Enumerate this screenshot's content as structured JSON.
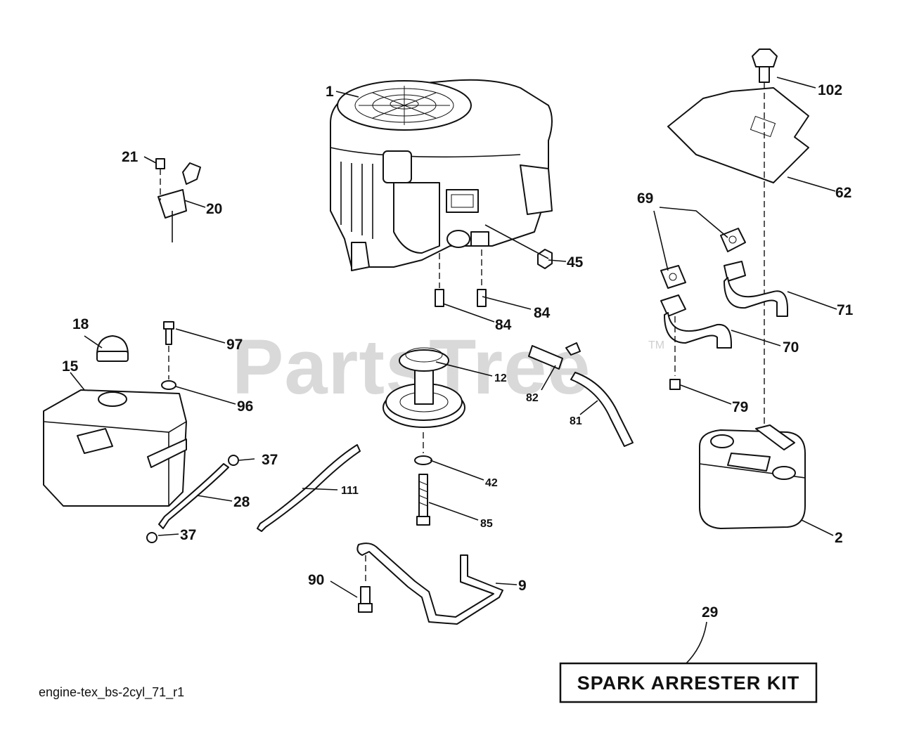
{
  "watermark": "PartsTree",
  "watermark_tm": "TM",
  "footer_code": "engine-tex_bs-2cyl_71_r1",
  "kit_label": "SPARK ARRESTER KIT",
  "callouts": {
    "c1": "1",
    "c102": "102",
    "c21": "21",
    "c20": "20",
    "c62": "62",
    "c69": "69",
    "c45": "45",
    "c71": "71",
    "c84a": "84",
    "c84b": "84",
    "c18": "18",
    "c97": "97",
    "c70": "70",
    "c15": "15",
    "c12": "12",
    "c82": "82",
    "c96": "96",
    "c79": "79",
    "c81": "81",
    "c37a": "37",
    "c111": "111",
    "c42": "42",
    "c28": "28",
    "c2": "2",
    "c85": "85",
    "c37b": "37",
    "c90": "90",
    "c9": "9",
    "c29": "29"
  }
}
